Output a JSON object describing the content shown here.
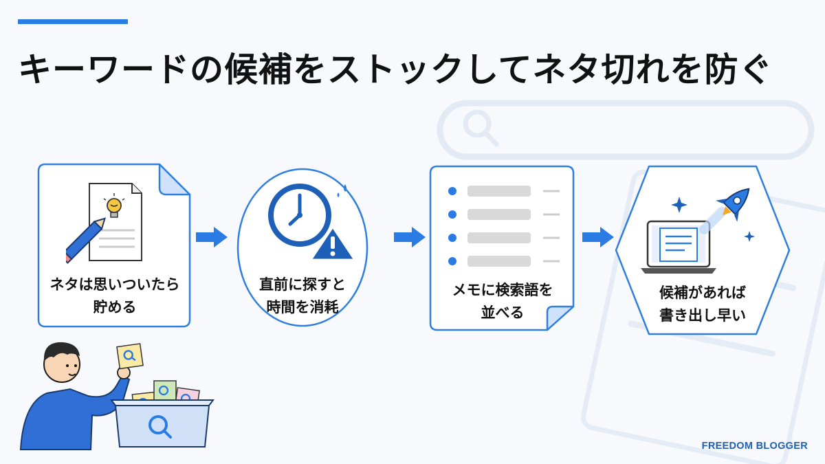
{
  "header": {
    "title": "キーワードの候補をストックしてネタ切れを防ぐ"
  },
  "steps": [
    {
      "line1": "ネタは思いついたら",
      "line2": "貯める",
      "icon": "idea-note-pencil"
    },
    {
      "line1": "直前に探すと",
      "line2": "時間を消耗",
      "icon": "clock-warning"
    },
    {
      "line1": "メモに検索語を",
      "line2": "並べる",
      "icon": "bullet-list"
    },
    {
      "line1": "候補があれば",
      "line2": "書き出し早い",
      "icon": "laptop-rocket"
    }
  ],
  "footer": {
    "brand": "FREEDOM BLOGGER"
  },
  "colors": {
    "accent": "#2a7be4",
    "card_border": "#2f7fe0",
    "arrow": "#2a7be4",
    "title": "#111111"
  }
}
